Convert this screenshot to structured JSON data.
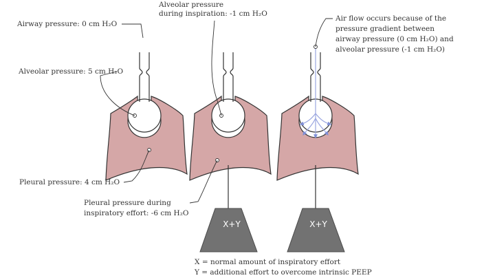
{
  "labels": {
    "airway": "Airway pressure: 0 cm H₂O",
    "alveolar": "Alveolar pressure: 5 cm H₂O",
    "pleural": "Pleural pressure: 4 cm H₂O",
    "alveolar_insp_1": "Alveolar pressure",
    "alveolar_insp_2": "during inspiration: -1 cm H₂O",
    "pleural_effort_1": "Pleural pressure during",
    "pleural_effort_2": "inspiratory effort: -6 cm H₂O",
    "airflow_1": "Air flow occurs because of the",
    "airflow_2": "pressure gradient between",
    "airflow_3": "airway pressure (0 cm H₂O) and",
    "airflow_4": "alveolar pressure (-1 cm H₂O)"
  },
  "weights": {
    "middle": "X+Y",
    "right": "X+Y"
  },
  "legend": {
    "x": "X = normal amount of inspiratory effort",
    "y": "Y = additional effort to overcome intrinsic PEEP"
  },
  "colors": {
    "lung_fill": "#d5a7a7",
    "weight_fill": "#727272",
    "airflow_arrow": "#9aa6e0"
  }
}
